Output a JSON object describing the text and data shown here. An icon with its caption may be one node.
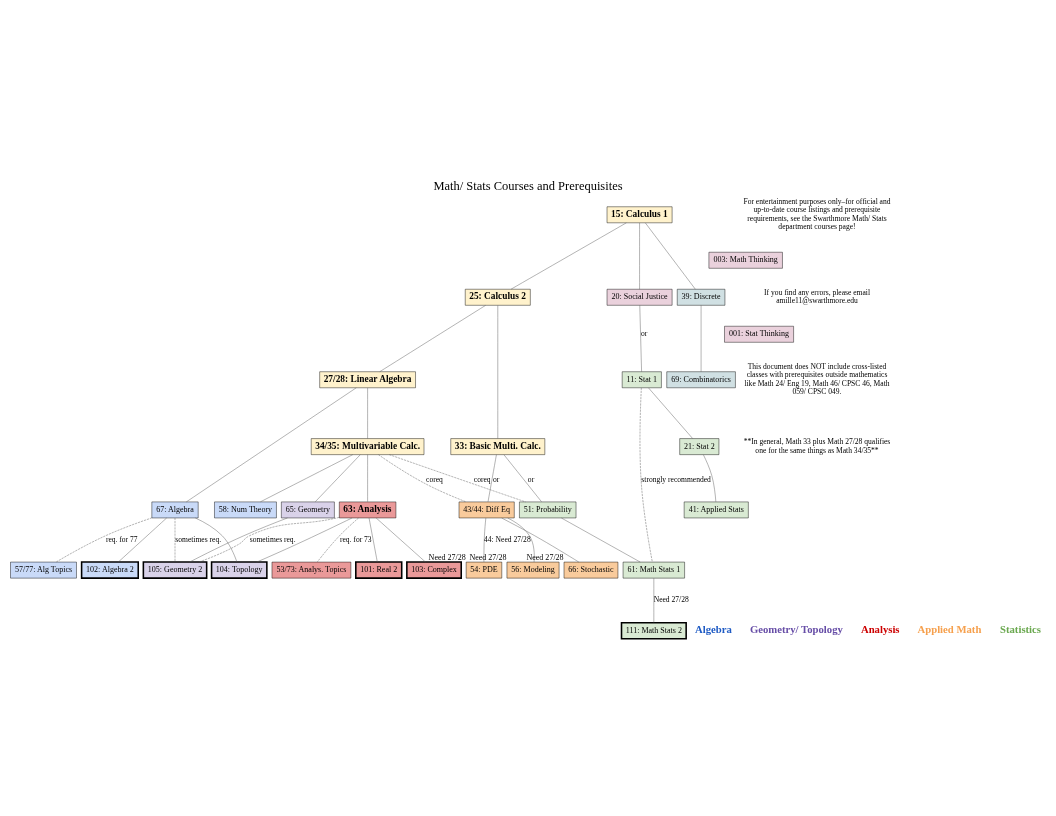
{
  "diagram": {
    "title": "Math/ Stats Courses and Prerequisites",
    "nodes": [
      {
        "text": [
          "15: Calculus 1"
        ]
      },
      {
        "text": [
          "003: Math Thinking"
        ]
      },
      {
        "text": [
          "001: Stat Thinking"
        ]
      },
      {
        "text": [
          "25: Calculus 2"
        ]
      },
      {
        "text": [
          "20: Social Justice"
        ]
      },
      {
        "text": [
          "11: Stat 1"
        ]
      },
      {
        "text": [
          "27/28: Linear Algebra"
        ]
      },
      {
        "text": [
          "21: Stat 2"
        ]
      },
      {
        "text": [
          "39: Discrete"
        ]
      },
      {
        "text": [
          "41: Applied Stats"
        ]
      },
      {
        "text": [
          "34/35: Multivariable Calc."
        ]
      },
      {
        "text": [
          "33: Basic Multi. Calc."
        ]
      },
      {
        "text": [
          "69: Combinatorics"
        ]
      },
      {
        "text": [
          "58: Num Theory"
        ]
      },
      {
        "text": [
          "67: Algebra"
        ]
      },
      {
        "text": [
          "43/44: Diff Eq"
        ]
      },
      {
        "text": [
          "65: Geometry"
        ]
      },
      {
        "text": [
          "63: Analysis"
        ]
      },
      {
        "text": [
          "51: Probability"
        ]
      },
      {
        "text": [
          "57/77: Alg Topics"
        ]
      },
      {
        "text": [
          "54: PDE"
        ],
        "beside": [
          "Need 27/28"
        ]
      },
      {
        "text": [
          "56: Modeling"
        ],
        "beside": [
          "Need 27/28"
        ]
      },
      {
        "text": [
          "61: Math Stats 1"
        ]
      },
      {
        "text": [
          "53/73: Analys. Topics"
        ]
      },
      {
        "text": [
          "66: Stochastic"
        ],
        "beside": [
          "Need 27/28"
        ]
      },
      {
        "text": [
          "105: Geometry 2"
        ]
      },
      {
        "text": [
          "102: Algebra 2"
        ]
      },
      {
        "text": [
          "104: Topology"
        ]
      },
      {
        "text": [
          "101: Real 2"
        ]
      },
      {
        "text": [
          "103: Complex"
        ]
      },
      {
        "text": [
          "111: Math Stats 2"
        ]
      }
    ],
    "edges": [
      {
        "from": 0,
        "to": 3,
        "arrow": "none"
      },
      {
        "from": 0,
        "to": 4,
        "arrow": "none"
      },
      {
        "from": 4,
        "to": 5,
        "arrow": "none",
        "label": "or"
      },
      {
        "from": 0,
        "to": 8,
        "arrow": "none"
      },
      {
        "from": 3,
        "to": 6,
        "arrow": "none"
      },
      {
        "from": 3,
        "to": 11,
        "arrow": "none"
      },
      {
        "from": 5,
        "to": 7,
        "arrow": "none"
      },
      {
        "from": 7,
        "to": 9,
        "arrow": "none"
      },
      {
        "from": 5,
        "to": 22,
        "arrow": "none",
        "style": "dashed",
        "label": "strongly recommended"
      },
      {
        "from": 6,
        "to": 10,
        "arrow": "none"
      },
      {
        "from": 6,
        "to": 14,
        "arrow": "none"
      },
      {
        "from": 8,
        "to": 12,
        "arrow": "none"
      },
      {
        "from": 10,
        "to": 13,
        "arrow": "none"
      },
      {
        "from": 10,
        "to": 16,
        "arrow": "none"
      },
      {
        "from": 10,
        "to": 17,
        "arrow": "none"
      },
      {
        "from": 10,
        "to": 15,
        "arrow": "none",
        "style": "dashed",
        "label": "coreq"
      },
      {
        "from": 10,
        "to": 18,
        "arrow": "none",
        "style": "dashed",
        "label": "coreq"
      },
      {
        "from": 11,
        "to": 15,
        "arrow": "none",
        "label": "or"
      },
      {
        "from": 11,
        "to": 18,
        "arrow": "none",
        "label": "or"
      },
      {
        "from": 14,
        "to": 19,
        "arrow": "none",
        "style": "dashed",
        "label": "req. for 77"
      },
      {
        "from": 14,
        "to": 25,
        "arrow": "none",
        "style": "dashed",
        "label": "sometimes req."
      },
      {
        "from": 14,
        "to": 26,
        "arrow": "none"
      },
      {
        "from": 14,
        "to": 27,
        "arrow": "none"
      },
      {
        "from": 16,
        "to": 25,
        "arrow": "none"
      },
      {
        "from": 17,
        "to": 25,
        "arrow": "none",
        "style": "dashed",
        "label": "sometimes req."
      },
      {
        "from": 17,
        "to": 27,
        "arrow": "none"
      },
      {
        "from": 17,
        "to": 28,
        "arrow": "none"
      },
      {
        "from": 17,
        "to": 29,
        "arrow": "none"
      },
      {
        "from": 17,
        "to": 23,
        "arrow": "none",
        "style": "dashed",
        "label": "req. for 73"
      },
      {
        "from": 15,
        "to": 20,
        "arrow": "none",
        "label": "44: Need 27/28"
      },
      {
        "from": 15,
        "to": 21,
        "arrow": "none"
      },
      {
        "from": 15,
        "to": 24,
        "arrow": "none"
      },
      {
        "from": 18,
        "to": 22,
        "arrow": "none"
      },
      {
        "from": 22,
        "to": 30,
        "arrow": "none",
        "label": "Need 27/28"
      }
    ],
    "labels": [
      "For entertainment purposes only–for official and up-to-date course listings and prerequisite requirements, see the Swarthmore Math/ Stats department courses page!",
      "If you find any errors, please email amille11@swarthmore.edu",
      "This document does NOT include cross-listed classes with prerequisites outside mathematics like Math 24/ Eng 19, Math 46/ CPSC 46, Math 059/ CPSC 049.",
      "**In general, Math 33 plus Math 27/28 qualifies one for the same things as Math 34/35**"
    ],
    "legend": [
      {
        "text": "Algebra",
        "color": "#1f5bc4"
      },
      {
        "text": "Geometry/ Topology",
        "color": "#674ea7"
      },
      {
        "text": "Analysis",
        "color": "#cc0000"
      },
      {
        "text": "Applied Math",
        "color": "#f6a04d"
      },
      {
        "text": "Statistics",
        "color": "#6aa84f"
      }
    ]
  }
}
